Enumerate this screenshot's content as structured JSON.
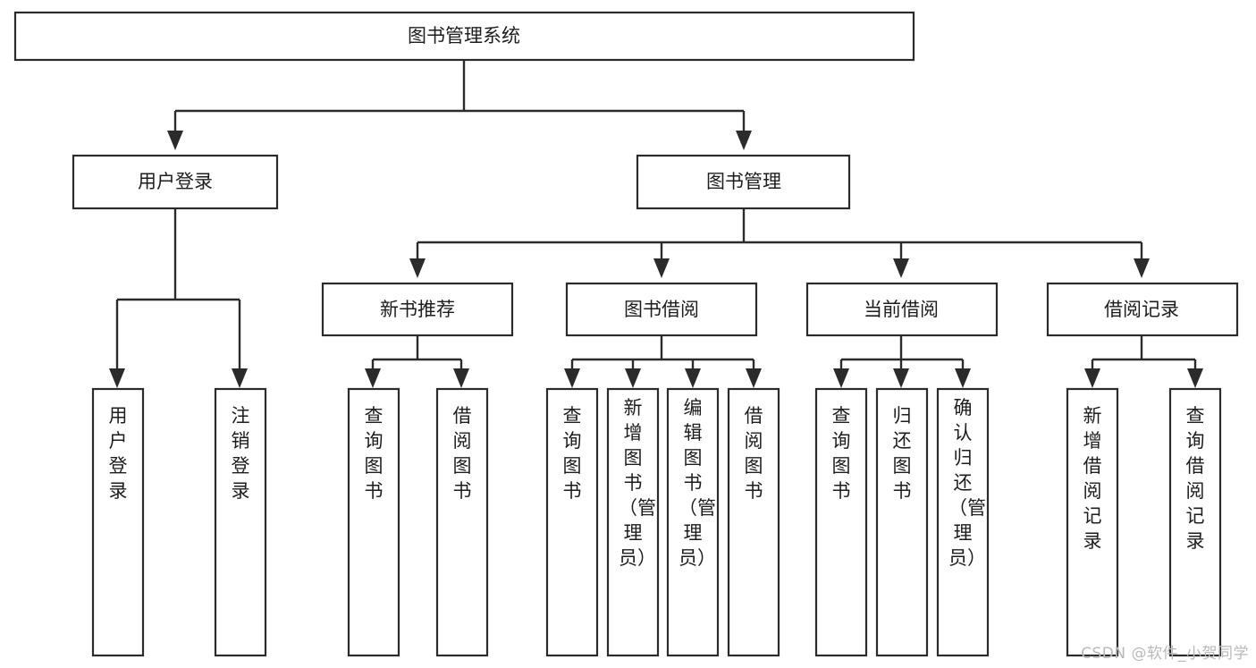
{
  "diagram": {
    "type": "tree-hierarchy",
    "title": "图书管理系统",
    "background_color": "#ffffff",
    "line_color": "#2b2b2b",
    "text_color": "#1d1d1d",
    "root": {
      "id": "root",
      "label": "图书管理系统",
      "orientation": "horizontal"
    },
    "level1": [
      {
        "id": "user-login",
        "label": "用户登录",
        "orientation": "horizontal"
      },
      {
        "id": "book-manage",
        "label": "图书管理",
        "orientation": "horizontal"
      }
    ],
    "level2": [
      {
        "id": "new-book-rec",
        "label": "新书推荐",
        "orientation": "horizontal",
        "parent": "book-manage"
      },
      {
        "id": "book-borrow",
        "label": "图书借阅",
        "orientation": "horizontal",
        "parent": "book-manage"
      },
      {
        "id": "current-borrow",
        "label": "当前借阅",
        "orientation": "horizontal",
        "parent": "book-manage"
      },
      {
        "id": "borrow-record",
        "label": "借阅记录",
        "orientation": "horizontal",
        "parent": "book-manage"
      }
    ],
    "leaves": [
      {
        "id": "leaf-user-login",
        "label": "用户登录",
        "orientation": "vertical",
        "parent": "user-login"
      },
      {
        "id": "leaf-logout",
        "label": "注销登录",
        "orientation": "vertical",
        "parent": "user-login"
      },
      {
        "id": "leaf-query-book-1",
        "label": "查询图书",
        "orientation": "vertical",
        "parent": "new-book-rec"
      },
      {
        "id": "leaf-borrow-book-1",
        "label": "借阅图书",
        "orientation": "vertical",
        "parent": "new-book-rec"
      },
      {
        "id": "leaf-query-book-2",
        "label": "查询图书",
        "orientation": "vertical",
        "parent": "book-borrow"
      },
      {
        "id": "leaf-add-book",
        "label": "新增图书（管理员）",
        "orientation": "vertical",
        "parent": "book-borrow"
      },
      {
        "id": "leaf-edit-book",
        "label": "编辑图书（管理员）",
        "orientation": "vertical",
        "parent": "book-borrow"
      },
      {
        "id": "leaf-borrow-book-2",
        "label": "借阅图书",
        "orientation": "vertical",
        "parent": "book-borrow"
      },
      {
        "id": "leaf-query-book-3",
        "label": "查询图书",
        "orientation": "vertical",
        "parent": "current-borrow"
      },
      {
        "id": "leaf-return-book",
        "label": "归还图书",
        "orientation": "vertical",
        "parent": "current-borrow"
      },
      {
        "id": "leaf-confirm-return",
        "label": "确认归还（管理员）",
        "orientation": "vertical",
        "parent": "current-borrow"
      },
      {
        "id": "leaf-add-record",
        "label": "新增借阅记录",
        "orientation": "vertical",
        "parent": "borrow-record"
      },
      {
        "id": "leaf-query-record",
        "label": "查询借阅记录",
        "orientation": "vertical",
        "parent": "borrow-record"
      }
    ]
  },
  "watermark": {
    "text": "CSDN @软件_小贺同学"
  }
}
